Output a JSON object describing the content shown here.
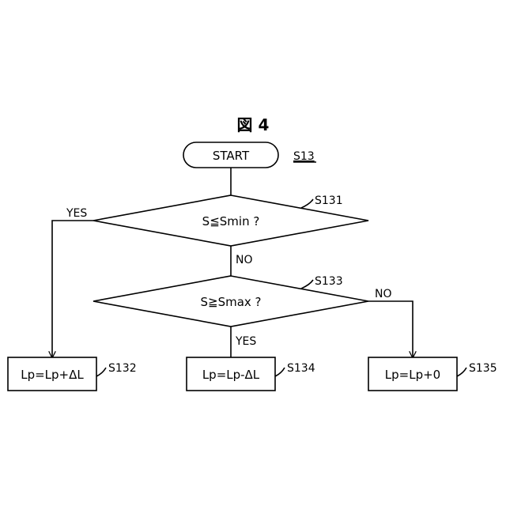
{
  "figure": {
    "title": "図 4"
  },
  "flowchart": {
    "start": {
      "label": "START",
      "ref": "S13"
    },
    "decision1": {
      "label": "S≦Smin ?",
      "ref": "S131",
      "yes_label": "YES",
      "no_label": "NO"
    },
    "decision2": {
      "label": "S≧Smax ?",
      "ref": "S133",
      "yes_label": "YES",
      "no_label": "NO"
    },
    "process1": {
      "label": "Lp=Lp+ΔL",
      "ref": "S132"
    },
    "process2": {
      "label": "Lp=Lp-ΔL",
      "ref": "S134"
    },
    "process3": {
      "label": "Lp=Lp+0",
      "ref": "S135"
    }
  }
}
